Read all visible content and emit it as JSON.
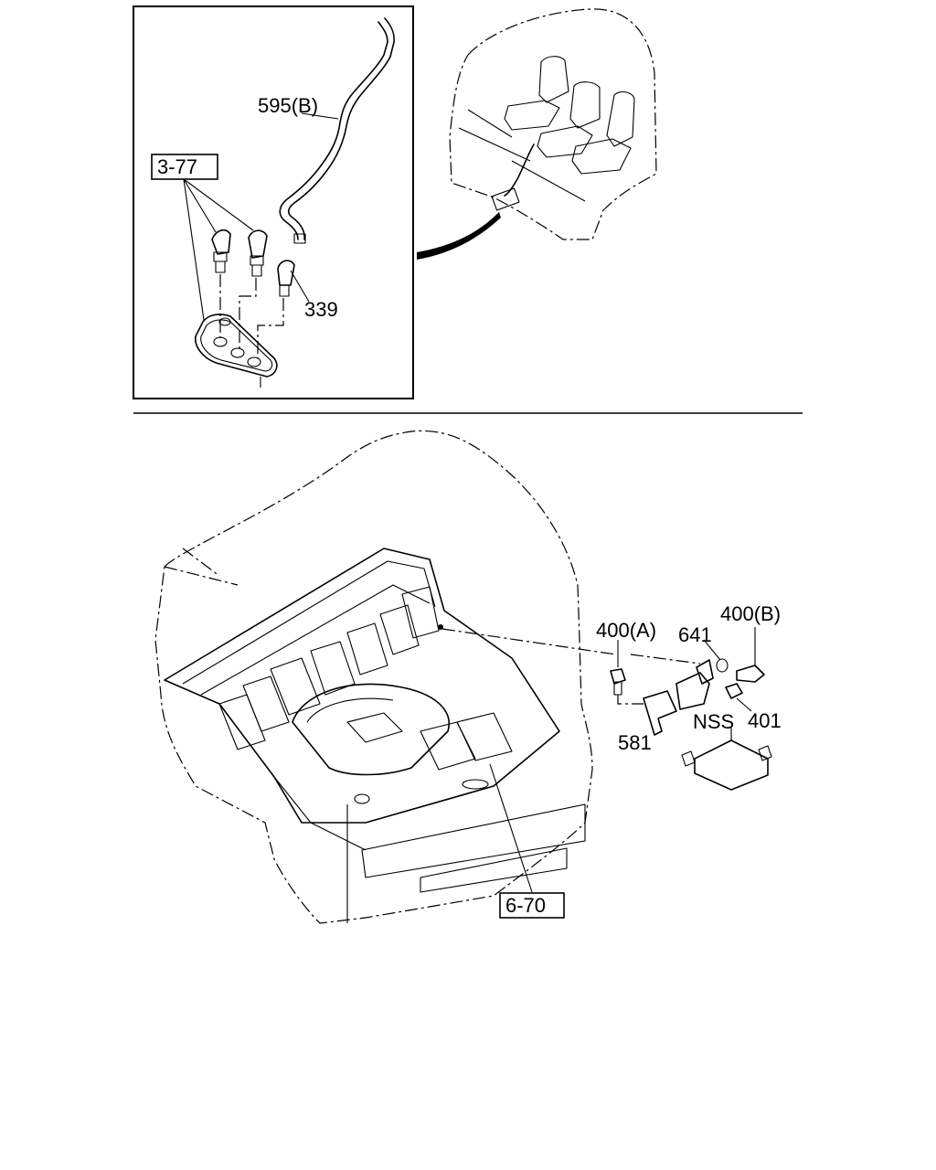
{
  "callouts": {
    "ref_3_77": "3-77",
    "hose_595b": "595(B)",
    "hose_339": "339",
    "bolt_400a": "400(A)",
    "washer_641": "641",
    "bolt_400b": "400(B)",
    "nut_401": "401",
    "nss": "NSS",
    "bracket_581": "581",
    "ref_6_70": "6-70"
  }
}
